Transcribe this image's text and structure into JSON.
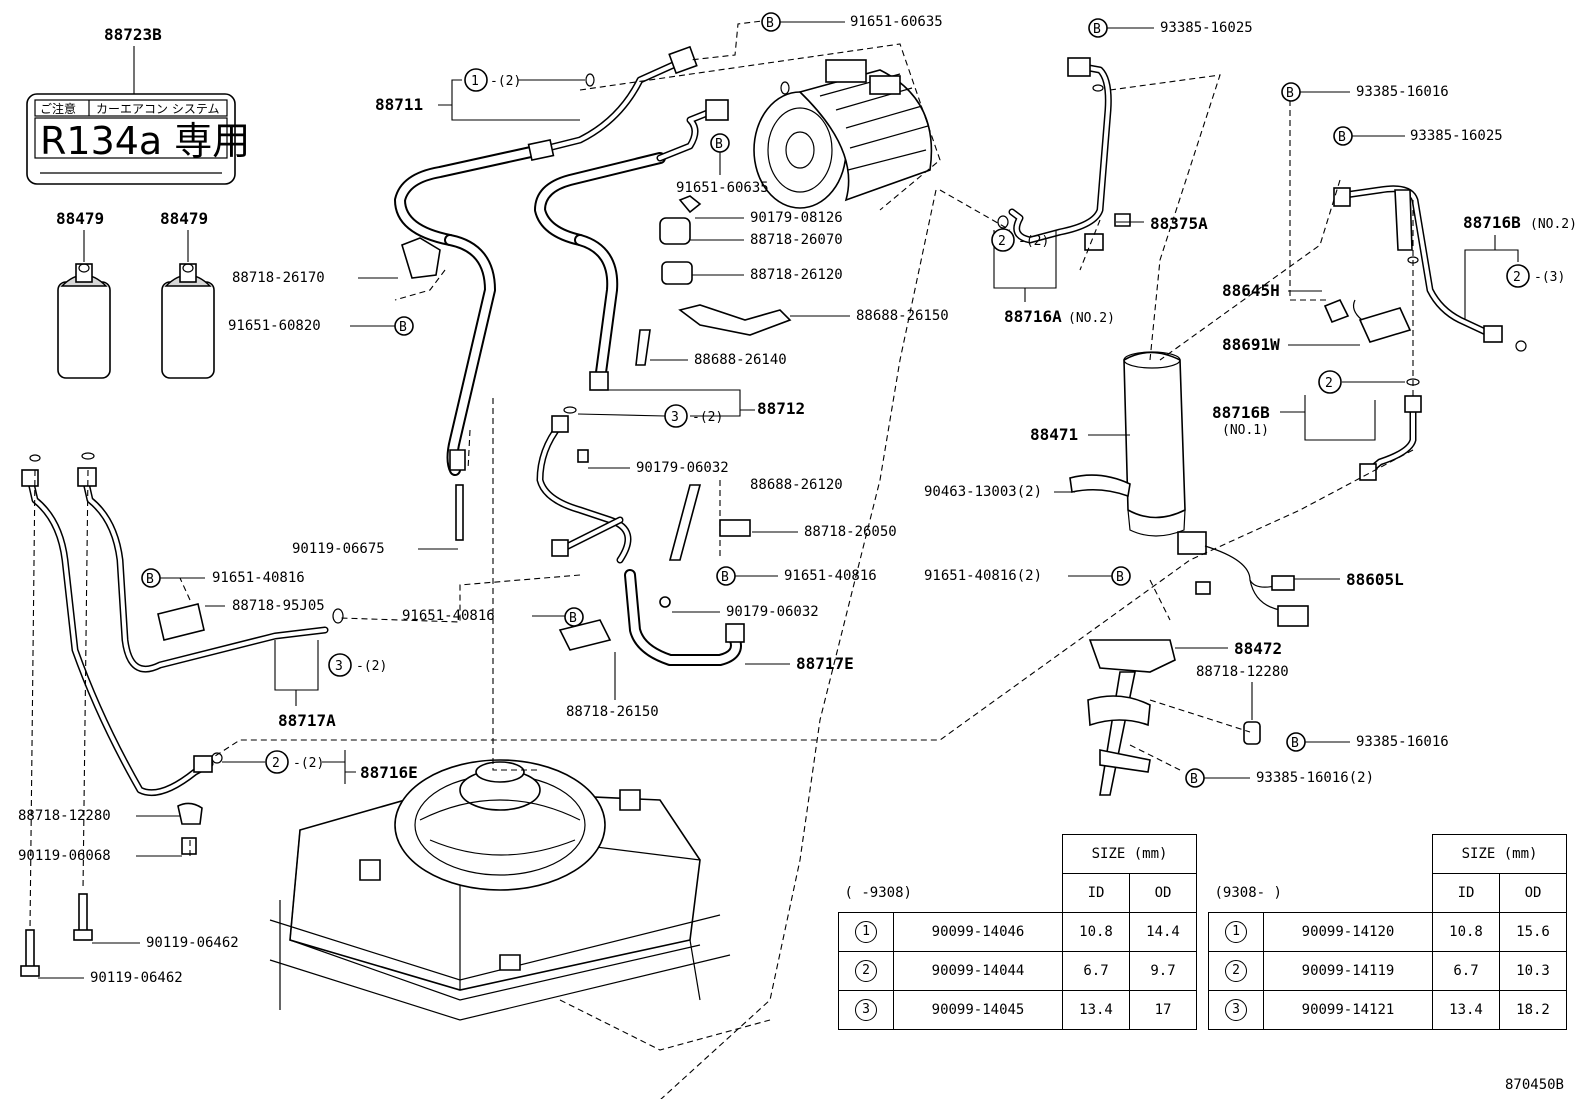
{
  "sticker": {
    "part_no": "88723B",
    "header_left": "ご注意",
    "header_right": "カーエアコン システム",
    "main_text": "R134a 専用"
  },
  "labels": {
    "p88479a": "88479",
    "p88479b": "88479",
    "p88711": "88711",
    "p91651_60635a": "91651-60635",
    "p91651_60635b": "91651-60635",
    "p88718_26170": "88718-26170",
    "p91651_60820": "91651-60820",
    "p90179_08126": "90179-08126",
    "p88718_26070": "88718-26070",
    "p88718_26120": "88718-26120",
    "p88688_26150": "88688-26150",
    "p88688_26140": "88688-26140",
    "p88712": "88712",
    "p90179_06032a": "90179-06032",
    "p88688_26120": "88688-26120",
    "p88718_26050": "88718-26050",
    "p91651_40816a": "91651-40816",
    "p90179_06032b": "90179-06032",
    "p91651_40816b": "91651-40816",
    "p88718_26150": "88718-26150",
    "p88717E": "88717E",
    "p90119_06675": "90119-06675",
    "p91651_40816c": "91651-40816",
    "p88718_95J05": "88718-95J05",
    "p88717A": "88717A",
    "p88716E": "88716E",
    "p88718_12280a": "88718-12280",
    "p90119_06068": "90119-06068",
    "p90119_06462a": "90119-06462",
    "p90119_06462b": "90119-06462",
    "p93385_16025a": "93385-16025",
    "p88375A": "88375A",
    "p88716A": "88716A",
    "p88716A_sub": "(NO.2)",
    "p88471": "88471",
    "p90463_13003": "90463-13003(2)",
    "p93385_16016a": "93385-16016",
    "p93385_16025b": "93385-16025",
    "p88716B_no2": "88716B",
    "p88716B_no2_sub": "(NO.2)",
    "p88645H": "88645H",
    "p88691W": "88691W",
    "p88716B_no1": "88716B",
    "p88716B_no1_sub": "(NO.1)",
    "p91651_40816_2": "91651-40816(2)",
    "p88605L": "88605L",
    "p88472": "88472",
    "p88718_12280b": "88718-12280",
    "p93385_16016b": "93385-16016",
    "p93385_16016_2": "93385-16016(2)"
  },
  "callouts": {
    "c1_qty": "-(2)",
    "c2a_qty": "-(2)",
    "c3a_qty": "-(2)",
    "c3b_qty": "-(2)",
    "c2b_qty": "-(2)",
    "c2c_qty": "-(3)",
    "b": "B",
    "n1": "1",
    "n2": "2",
    "n3": "3"
  },
  "spec_tables": [
    {
      "caption": "(      -9308)",
      "size_header": "SIZE (mm)",
      "id_header": "ID",
      "od_header": "OD",
      "rows": [
        {
          "ring": "1",
          "part": "90099-14046",
          "id": "10.8",
          "od": "14.4"
        },
        {
          "ring": "2",
          "part": "90099-14044",
          "id": "6.7",
          "od": "9.7"
        },
        {
          "ring": "3",
          "part": "90099-14045",
          "id": "13.4",
          "od": "17"
        }
      ]
    },
    {
      "caption": "(9308-     )",
      "size_header": "SIZE (mm)",
      "id_header": "ID",
      "od_header": "OD",
      "rows": [
        {
          "ring": "1",
          "part": "90099-14120",
          "id": "10.8",
          "od": "15.6"
        },
        {
          "ring": "2",
          "part": "90099-14119",
          "id": "6.7",
          "od": "10.3"
        },
        {
          "ring": "3",
          "part": "90099-14121",
          "id": "13.4",
          "od": "18.2"
        }
      ]
    }
  ],
  "footer": {
    "code": "870450B"
  }
}
